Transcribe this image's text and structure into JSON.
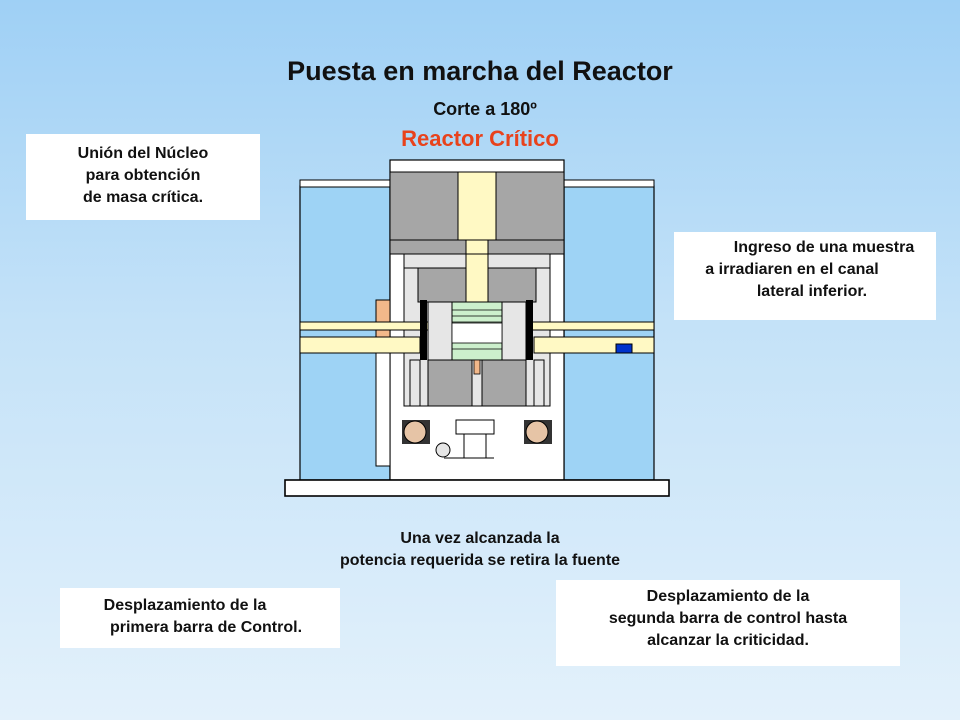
{
  "title": "Puesta en marcha del Reactor",
  "subtitle": "Corte a 180º",
  "status": "Reactor Crítico",
  "notes": {
    "core_union": [
      "Unión del Núcleo",
      "para obtención",
      "de masa crítica."
    ],
    "sample_entry": [
      "Ingreso de una muestra",
      "a irradiaren en el canal",
      "lateral inferior."
    ],
    "first_rod": [
      "Desplazamiento de la",
      "primera barra de Control."
    ],
    "second_rod": [
      "Desplazamiento de la",
      "segunda barra de control hasta",
      "alcanzar la criticidad."
    ]
  },
  "caption": [
    "Una vez alcanzada la",
    "potencia requerida se retira la fuente"
  ],
  "colors": {
    "water": "#9ed3f5",
    "steel": "#a6a6a6",
    "fuel_channel": "#fff9c4",
    "core": "#ccefcc",
    "control_rod": "#000000",
    "reflector_orange": "#f2b88a",
    "drive_circle": "#e6c4a6",
    "sample": "#0033cc",
    "title_accent": "#e8421c"
  }
}
